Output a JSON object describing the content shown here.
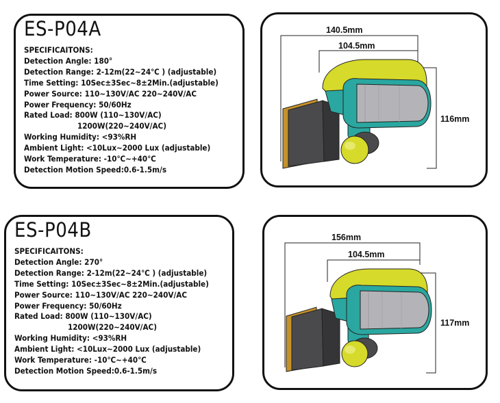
{
  "products": [
    {
      "model": "ES-P04A",
      "heading": "SPECIFICAITONS:",
      "specs": [
        "Detection Angle: 180°",
        "Detection Range: 2-12m(22~24℃ ) (adjustable)",
        "Time Setting: 10Sec±3Sec~8±2Min.(adjustable)",
        "Power Source: 110~130V/AC  220~240V/AC",
        "Power Frequency: 50/60Hz",
        "Rated Load: 800W (110~130V/AC)",
        "1200W(220~240V/AC)",
        "Working Humidity: <93%RH",
        "Ambient Light: <10Lux~2000 Lux (adjustable)",
        "Work Temperature: -10℃~+40℃",
        "Detection Motion Speed:0.6-1.5m/s"
      ],
      "dimensions": {
        "outer_width": "140.5mm",
        "inner_width": "104.5mm",
        "height": "116mm"
      }
    },
    {
      "model": "ES-P04B",
      "heading": "SPECIFICAITONS:",
      "specs": [
        "Detection Angle: 270°",
        "Detection Range: 2-12m(22~24℃ ) (adjustable)",
        "Time Setting: 10Sec±3Sec~8±2Min.(adjustable)",
        "Power Source: 110~130V/AC  220~240V/AC",
        "Power Frequency: 50/60Hz",
        "Rated Load: 800W (110~130V/AC)",
        "1200W(220~240V/AC)",
        "Working Humidity: <93%RH",
        "Ambient Light: <10Lux~2000 Lux (adjustable)",
        "Work Temperature: -10℃~+40℃",
        "Detection Motion Speed:0.6-1.5m/s"
      ],
      "dimensions": {
        "outer_width": "156mm",
        "inner_width": "104.5mm",
        "height": "117mm"
      }
    }
  ],
  "colors": {
    "housing_yellow": "#d6da2a",
    "housing_teal": "#2aa7a0",
    "lens_grey": "#b4b4b8",
    "bracket_dark": "#4a4a4c",
    "bracket_orange": "#c6922a"
  }
}
